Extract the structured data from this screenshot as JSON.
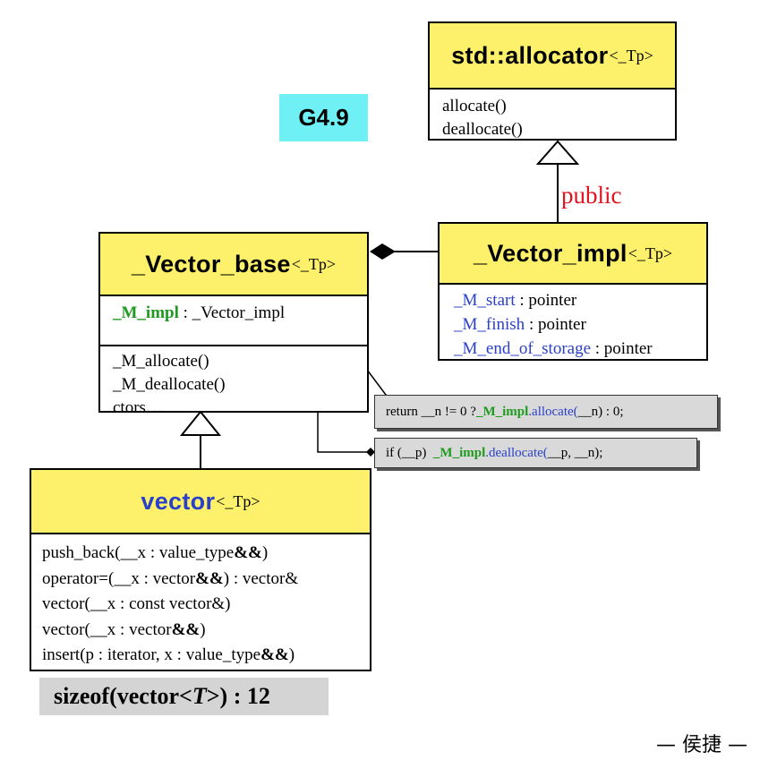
{
  "version_badge": "G4.9",
  "allocator": {
    "name": "std::allocator",
    "template_param": "<_Tp>",
    "methods": [
      "allocate()",
      "deallocate()"
    ]
  },
  "inheritance_label": "public",
  "vector_impl": {
    "name": "_Vector_impl",
    "template_param": "<_Tp>",
    "members": [
      {
        "name": "_M_start",
        "type": " : pointer"
      },
      {
        "name": "_M_finish",
        "type": " : pointer"
      },
      {
        "name": "_M_end_of_storage",
        "type": " : pointer"
      }
    ]
  },
  "vector_base": {
    "name": "_Vector_base",
    "template_param": "<_Tp>",
    "attribute": {
      "name": "_M_impl",
      "type": " : _Vector_impl"
    },
    "methods": [
      "_M_allocate()",
      "_M_deallocate()",
      "ctors…"
    ]
  },
  "notes": {
    "allocate_note": {
      "pre": "return __n != 0 ? ",
      "member": "_M_impl",
      "call": ".allocate(",
      "post": "__n) : 0;"
    },
    "deallocate_note": {
      "pre": "if (__p)  ",
      "member": "_M_impl",
      "call": ".deallocate(",
      "post": "__p, __n);"
    }
  },
  "vector": {
    "name": "vector",
    "template_param": "<_Tp>",
    "methods": [
      {
        "pre": "push_back(__x : value_type",
        "bold": "&&",
        "post": ")"
      },
      {
        "pre": "operator=(__x : vector",
        "bold": "&&",
        "post": ") : vector&"
      },
      {
        "pre": "vector(__x : const vector&)",
        "bold": "",
        "post": ""
      },
      {
        "pre": "vector(__x : vector",
        "bold": "&&",
        "post": ")"
      },
      {
        "pre": "insert(p : iterator, x : value_type",
        "bold": "&&",
        "post": ")"
      }
    ]
  },
  "sizeof_label": {
    "pre": "sizeof(vector<",
    "italic": "T",
    "post": ">) : 12"
  },
  "signature": "— 侯捷 —",
  "colors": {
    "header_yellow": "#fdf06a",
    "badge_cyan": "#6ef0f5",
    "public_red": "#e0141e",
    "member_green": "#1e9b1e",
    "member_blue": "#2a40c8",
    "note_gray": "#d9d9d9"
  }
}
